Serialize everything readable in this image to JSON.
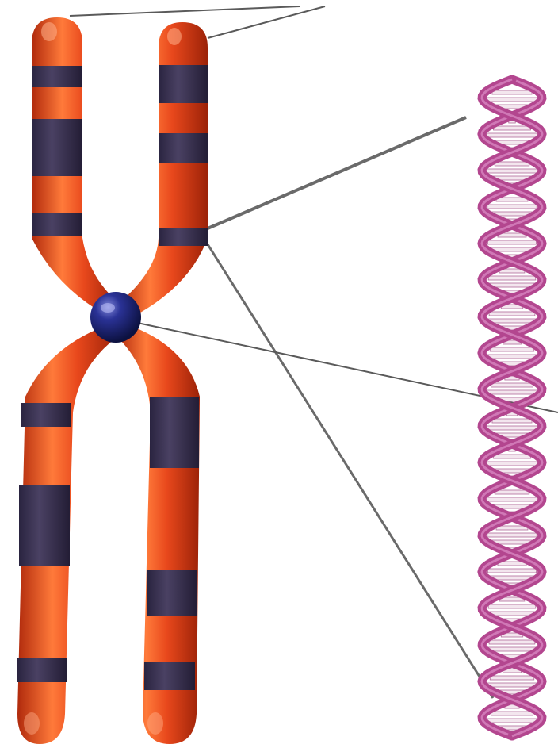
{
  "diagram": {
    "colors": {
      "chromatid_orange": "#e8481c",
      "chromatid_highlight": "#ff8a4a",
      "band_dark": "#3a3350",
      "centromere": "#1c2375",
      "dna_magenta": "#b3468f",
      "dna_rungs": "#f3e6ee",
      "leader_line": "#5a5a5a"
    },
    "parts": [
      "chromatid-left-upper",
      "chromatid-right-upper",
      "chromatid-left-lower",
      "chromatid-right-lower",
      "centromere",
      "dna-double-helix"
    ]
  }
}
